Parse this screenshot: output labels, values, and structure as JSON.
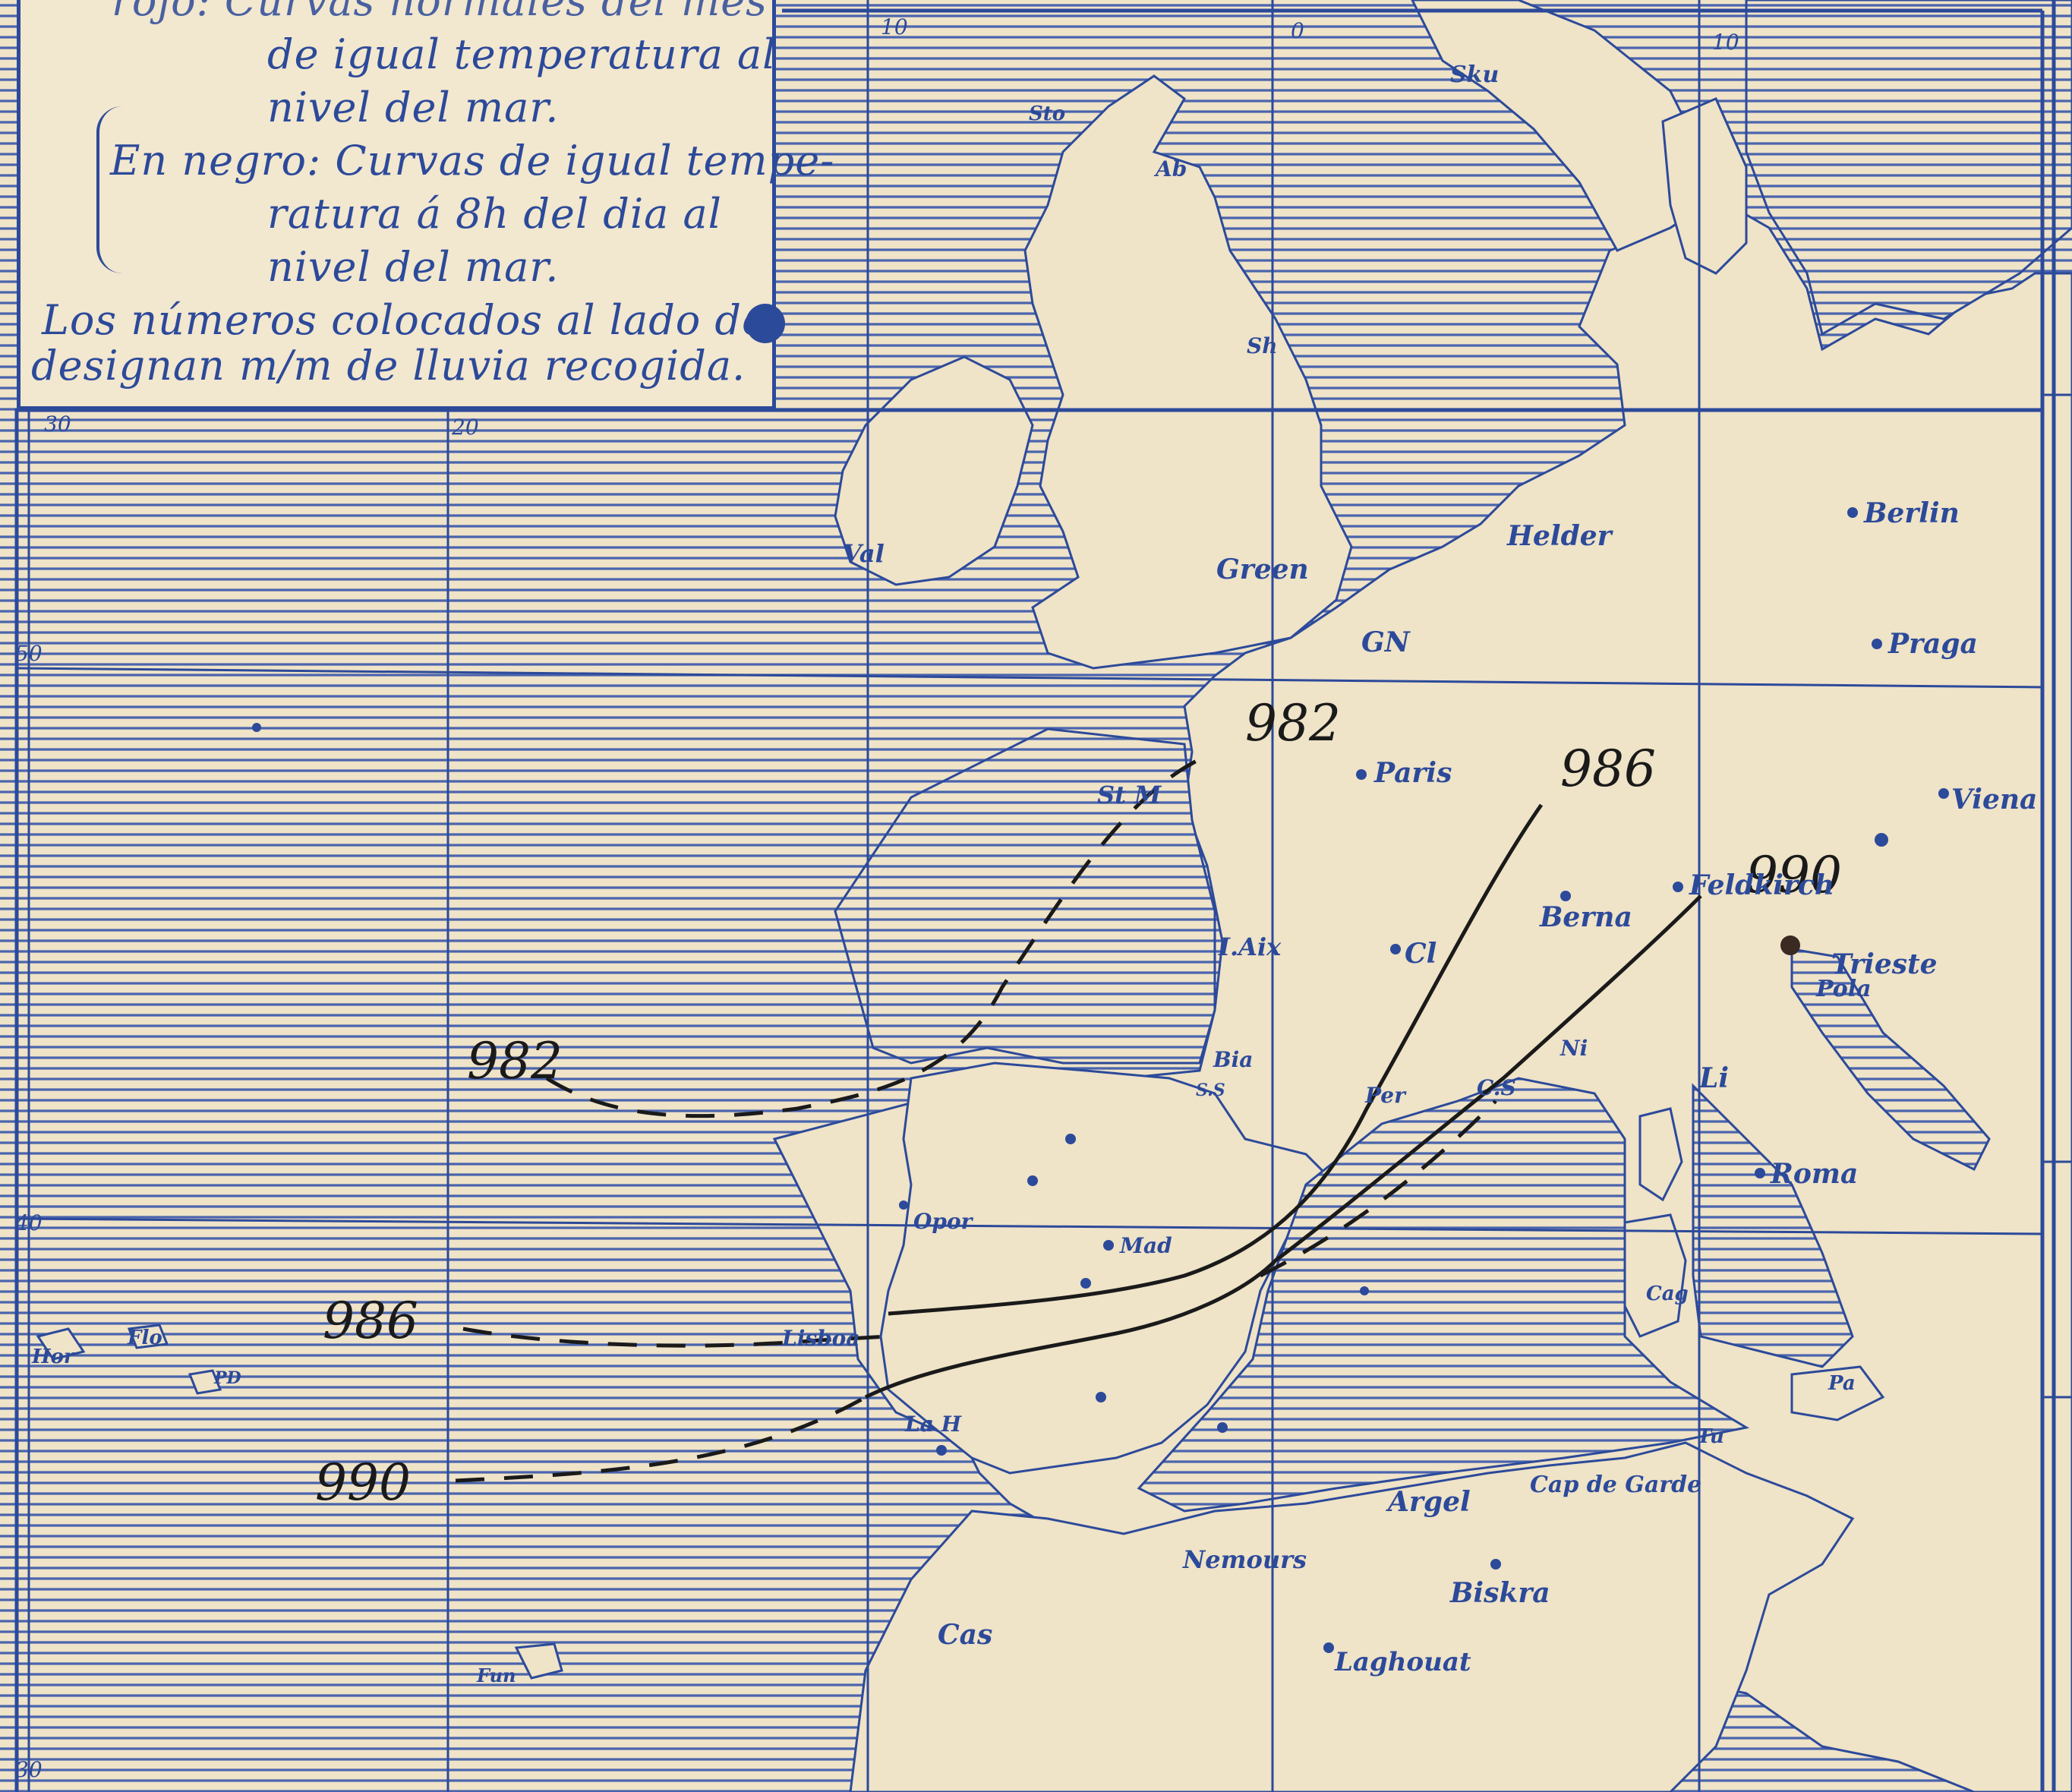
{
  "legend": {
    "line1": "rojo: Curvas normales del mes",
    "line2": "de igual temperatura al",
    "line3": "nivel del mar.",
    "line4": "En negro: Curvas de igual tempe-",
    "line5": "ratura á 8h del dia al",
    "line6": "nivel del mar.",
    "line7": "Los números colocados al lado de",
    "line8": "designan m/m de lluvia recogida."
  },
  "frame": {
    "lat_50": "50",
    "lat_40": "40",
    "lat_30_top": "30",
    "lat_30_bottom": "30",
    "lon_20": "20",
    "lon_10": "10",
    "lon_0": "0",
    "lon_10e": "10"
  },
  "places": {
    "berlin": "Berlin",
    "praga": "Praga",
    "viena": "Viena",
    "helder": "Helder",
    "green": "Green",
    "gn": "GN",
    "paris": "Paris",
    "berna": "Berna",
    "feldkirch": "Feldkirch",
    "trieste": "Trieste",
    "pola": "Pola",
    "roma": "Roma",
    "li": "Li",
    "ni": "Ni",
    "cs": "C.S",
    "per": "Per",
    "cl": "Cl",
    "aix": "I.Aix",
    "stm": "St M",
    "bia": "Bia",
    "ss": "S.S",
    "opor": "Opor",
    "lisboa": "Lisboa",
    "mad": "Mad",
    "lah": "La H",
    "cas": "Cas",
    "argel": "Argel",
    "capdegarde": "Cap de Garde",
    "nemours": "Nemours",
    "biskra": "Biskra",
    "laghouat": "Laghouat",
    "val": "Val",
    "ab": "Ab",
    "sh": "Sh",
    "sku": "Sku",
    "sto": "Sto",
    "fro": "Flo",
    "hor": "Hor",
    "pd": "PD",
    "fun": "Fun",
    "cag": "Cag",
    "tu": "Tu",
    "pa": "Pa"
  },
  "isobars": {
    "iso982_a": "982",
    "iso982_b": "982",
    "iso986_a": "986",
    "iso986_b": "986",
    "iso990_a": "990",
    "iso990_b": "990"
  },
  "colors": {
    "ink_blue": "#2c4a9a",
    "paper": "#efe3c8",
    "isobar": "#1a1a1a"
  }
}
